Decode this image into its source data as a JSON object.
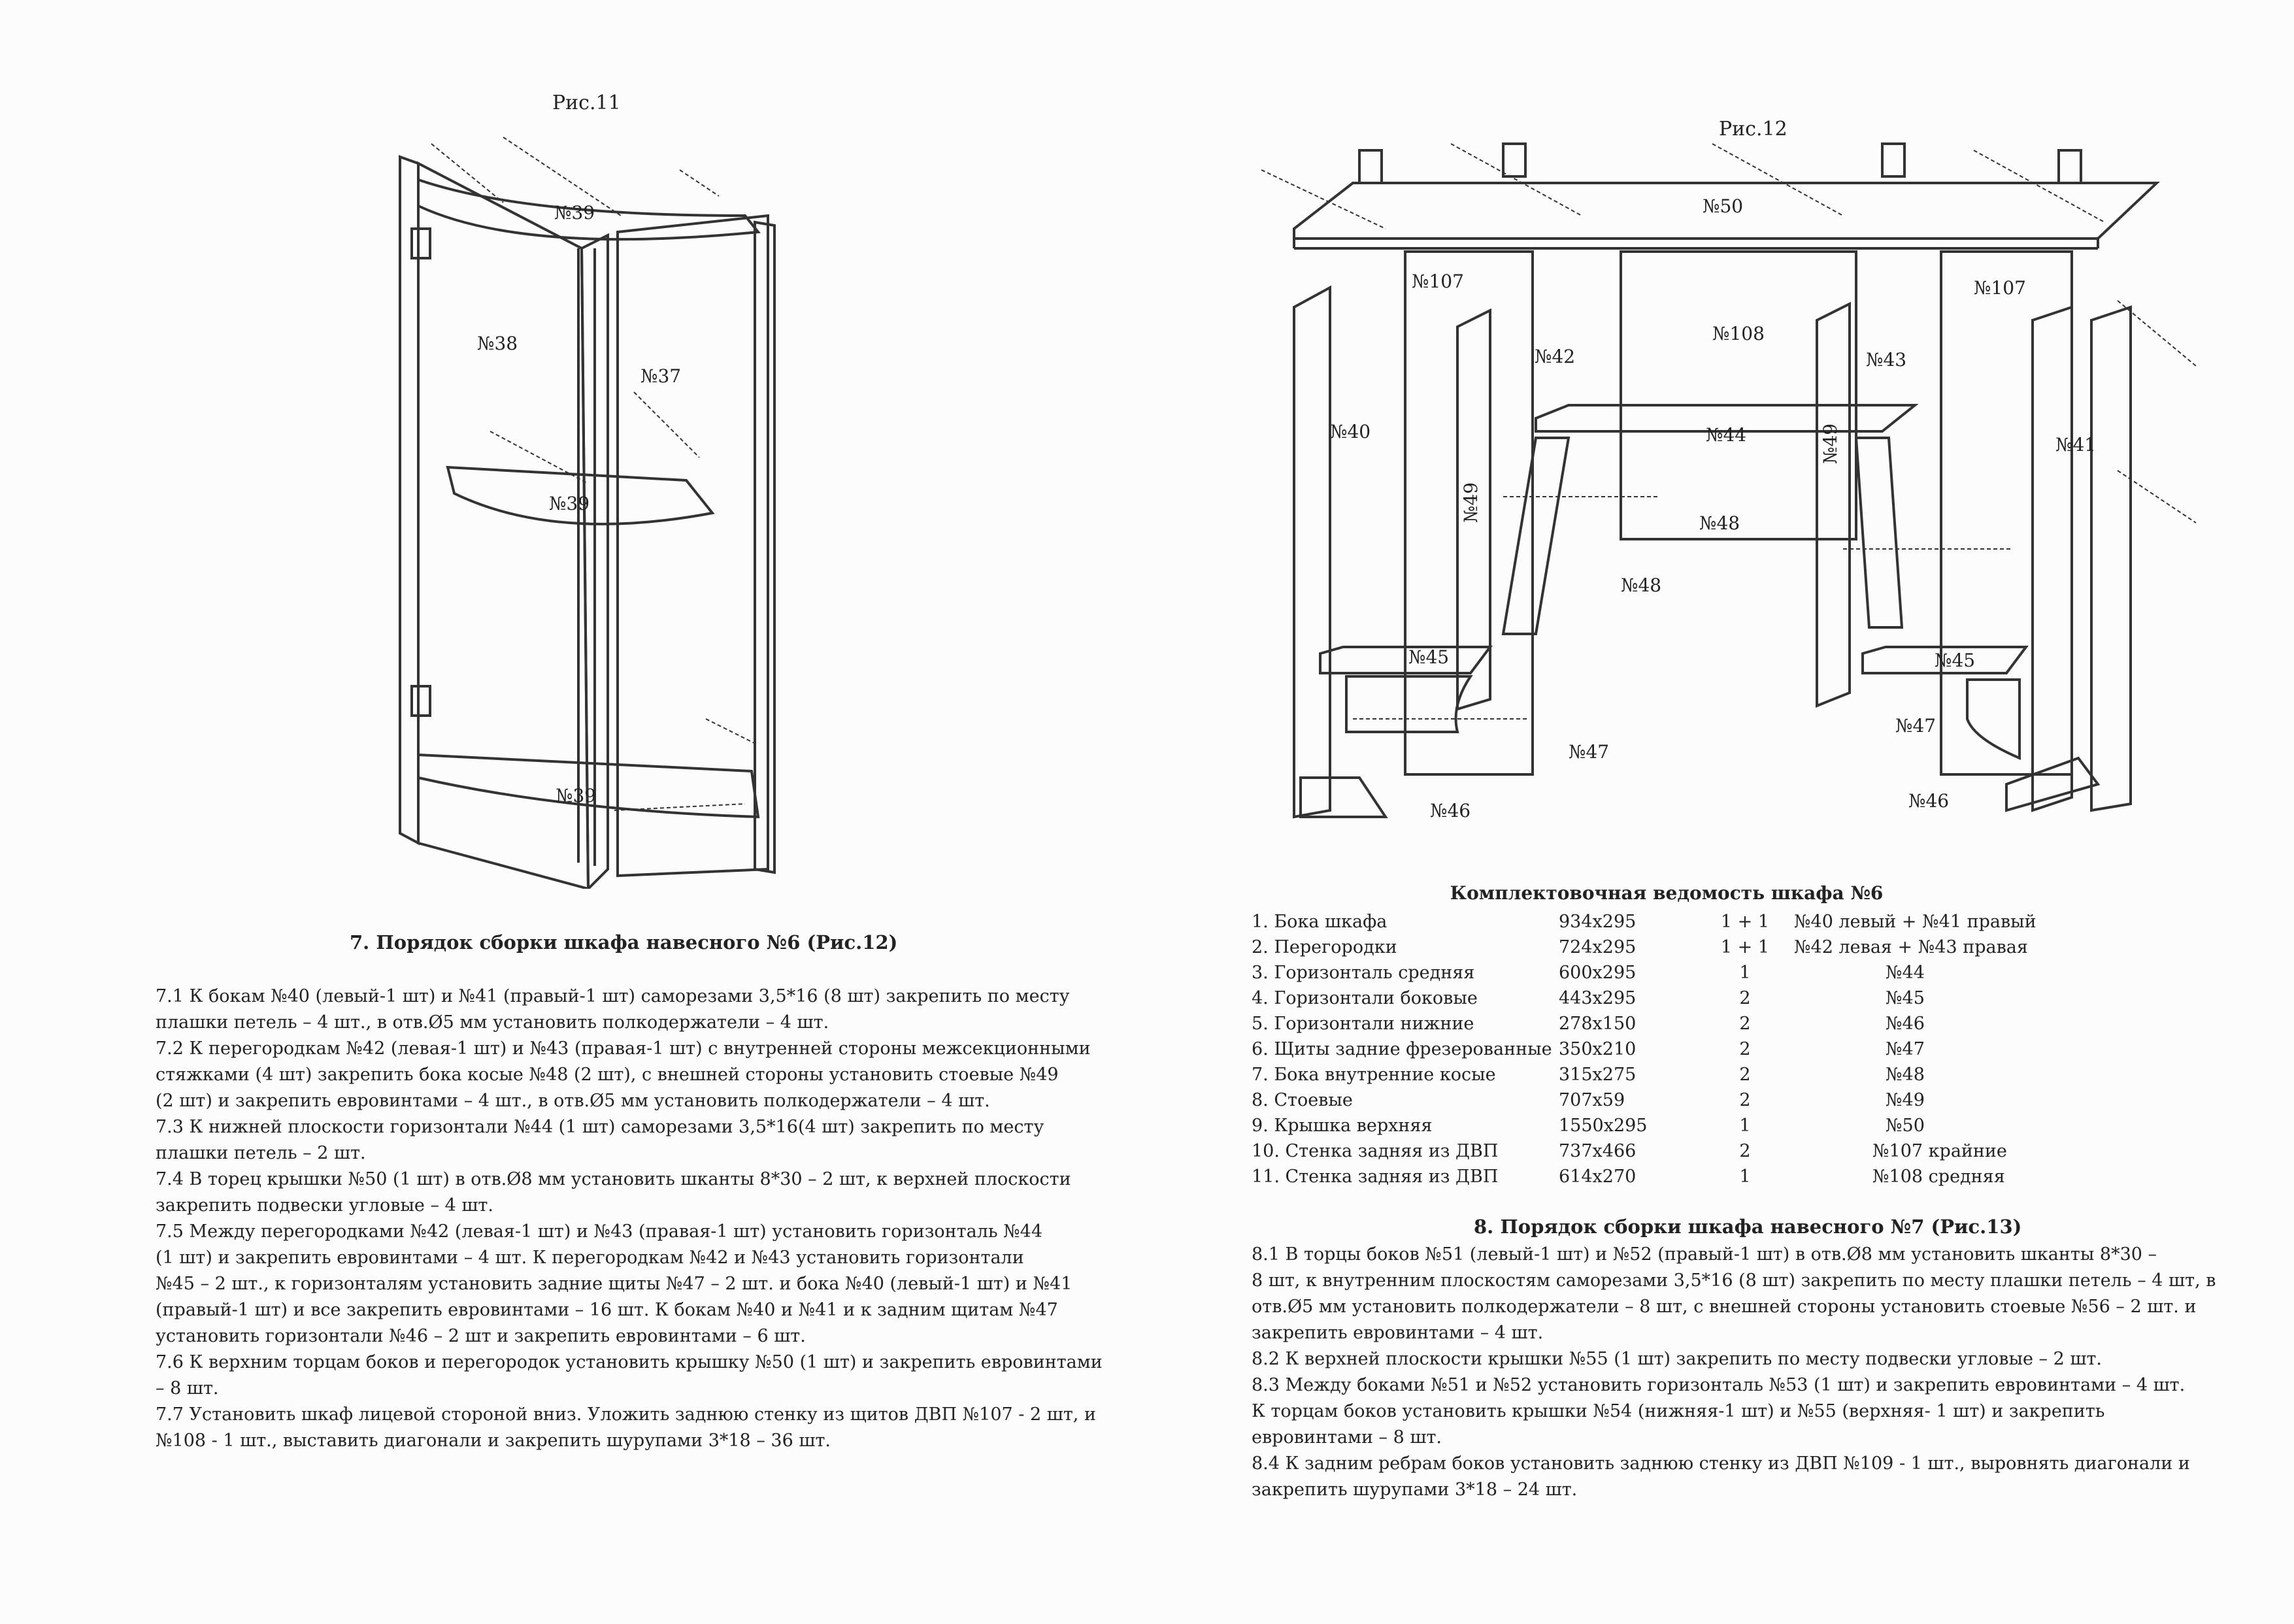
{
  "figures": {
    "fig11": {
      "title": "Рис.11",
      "labels": [
        "№39",
        "№38",
        "№37",
        "№39",
        "№39"
      ]
    },
    "fig12": {
      "title": "Рис.12",
      "labels": [
        "№50",
        "№107",
        "№107",
        "№108",
        "№42",
        "№43",
        "№40",
        "№41",
        "№44",
        "№49",
        "№49",
        "№48",
        "№48",
        "№45",
        "№45",
        "№47",
        "№47",
        "№46",
        "№46"
      ]
    }
  },
  "section7": {
    "title": "7. Порядок сборки шкафа навесного №6 (Рис.12)",
    "paragraphs": [
      [
        "7.1 К бокам №40 (левый-1 шт) и №41 (правый-1 шт) саморезами 3,5*16 (8 шт) закрепить по месту",
        "плашки петель – 4 шт., в отв.Ø5 мм установить полкодержатели – 4 шт."
      ],
      [
        "7.2 К перегородкам №42 (левая-1 шт) и №43 (правая-1 шт) с внутренней стороны межсекционными",
        "стяжками (4 шт) закрепить бока косые №48 (2 шт), с внешней стороны установить стоевые №49",
        "(2 шт) и закрепить евровинтами – 4 шт., в отв.Ø5 мм установить полкодержатели – 4 шт."
      ],
      [
        "7.3 К нижней плоскости горизонтали №44 (1 шт) саморезами 3,5*16(4 шт) закрепить по месту",
        "плашки петель – 2 шт."
      ],
      [
        "7.4 В торец крышки №50 (1 шт) в отв.Ø8 мм установить шканты 8*30 – 2 шт, к верхней плоскости",
        "закрепить подвески угловые – 4 шт."
      ],
      [
        "7.5 Между перегородками №42 (левая-1 шт) и №43 (правая-1 шт) установить горизонталь №44",
        "(1 шт) и закрепить евровинтами – 4 шт. К перегородкам №42 и №43 установить горизонтали",
        "№45 – 2 шт., к горизонталям установить задние щиты №47 – 2 шт. и бока №40 (левый-1 шт) и №41",
        "(правый-1 шт) и все закрепить евровинтами – 16 шт. К бокам №40 и №41 и к задним щитам №47",
        "установить горизонтали №46 – 2 шт и закрепить евровинтами – 6 шт."
      ],
      [
        "7.6 К верхним торцам боков и перегородок установить крышку №50 (1 шт) и закрепить евровинтами",
        "– 8 шт."
      ],
      [
        "7.7 Установить шкаф лицевой стороной вниз. Уложить заднюю стенку из щитов ДВП №107 - 2 шт, и",
        "№108 - 1 шт., выставить диагонали и закрепить шурупами 3*18 – 36 шт."
      ]
    ]
  },
  "spec_table": {
    "title": "Комплектовочная ведомость шкафа №6",
    "rows": [
      [
        "1. Бока шкафа",
        "934x295",
        "1 + 1",
        "№40 левый + №41 правый"
      ],
      [
        "2. Перегородки",
        "724x295",
        "1 + 1",
        "№42 левая + №43 правая"
      ],
      [
        "3. Горизонталь средняя",
        "600x295",
        "1",
        "№44"
      ],
      [
        "4. Горизонтали боковые",
        "443x295",
        "2",
        "№45"
      ],
      [
        "5. Горизонтали нижние",
        "278x150",
        "2",
        "№46"
      ],
      [
        "6. Щиты задние фрезерованные",
        "350x210",
        "2",
        "№47"
      ],
      [
        "7. Бока внутренние косые",
        "315x275",
        "2",
        "№48"
      ],
      [
        "8. Стоевые",
        "707x59",
        "2",
        "№49"
      ],
      [
        "9. Крышка верхняя",
        "1550x295",
        "1",
        "№50"
      ],
      [
        "10. Стенка задняя из ДВП",
        "737x466",
        "2",
        "№107 крайние"
      ],
      [
        "11. Стенка задняя из ДВП",
        "614x270",
        "1",
        "№108 средняя"
      ]
    ]
  },
  "section8": {
    "title": "8. Порядок сборки шкафа навесного №7 (Рис.13)",
    "paragraphs": [
      [
        "8.1 В торцы боков №51 (левый-1 шт) и №52 (правый-1 шт) в отв.Ø8 мм установить шканты 8*30 –",
        "8 шт, к внутренним плоскостям саморезами 3,5*16 (8 шт) закрепить по месту плашки петель – 4 шт, в",
        "отв.Ø5 мм установить полкодержатели – 8 шт, с внешней стороны установить стоевые №56 – 2 шт. и",
        "закрепить евровинтами – 4 шт."
      ],
      [
        "8.2 К верхней плоскости крышки №55 (1 шт) закрепить по месту подвески угловые – 2 шт."
      ],
      [
        "8.3 Между боками №51 и №52 установить горизонталь №53 (1 шт) и закрепить евровинтами – 4 шт.",
        "К торцам боков установить крышки №54 (нижняя-1 шт) и №55 (верхняя- 1 шт) и закрепить",
        "евровинтами – 8 шт."
      ],
      [
        "8.4 К задним ребрам боков установить заднюю стенку из ДВП №109 - 1 шт., выровнять диагонали и",
        "закрепить шурупами 3*18 – 24 шт."
      ]
    ]
  }
}
